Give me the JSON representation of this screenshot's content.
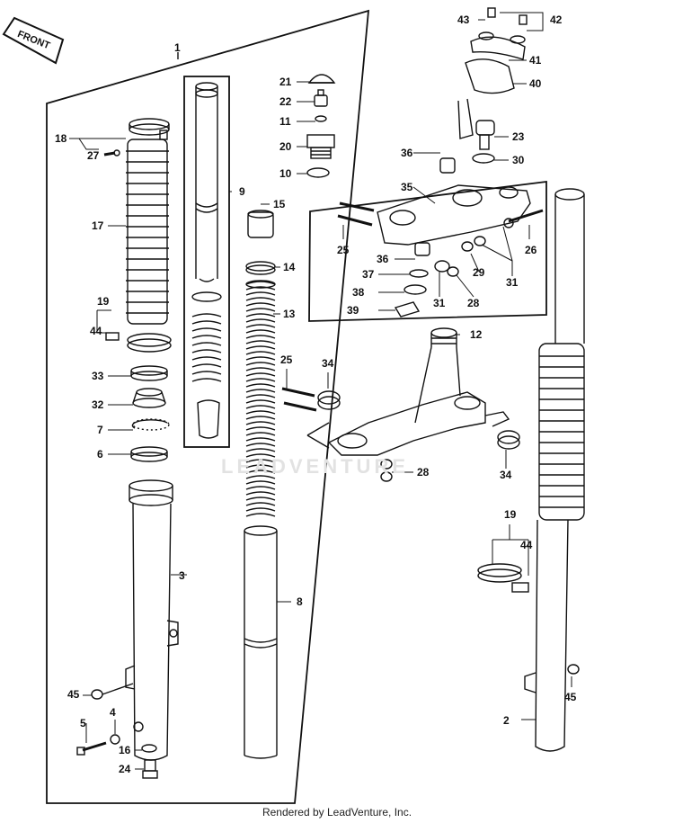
{
  "front_badge": "FRONT",
  "watermark": "LEADVENTURE",
  "footer": "Rendered by LeadVenture, Inc.",
  "labels": {
    "p1": "1",
    "p2": "2",
    "p3": "3",
    "p4": "4",
    "p5": "5",
    "p6": "6",
    "p7": "7",
    "p8": "8",
    "p9": "9",
    "p10": "10",
    "p11": "11",
    "p12": "12",
    "p13": "13",
    "p14": "14",
    "p15": "15",
    "p16": "16",
    "p17": "17",
    "p18": "18",
    "p19": "19",
    "p20": "20",
    "p21": "21",
    "p22": "22",
    "p23": "23",
    "p24": "24",
    "p25": "25",
    "p26": "26",
    "p27": "27",
    "p28": "28",
    "p29": "29",
    "p30": "30",
    "p31": "31",
    "p32": "32",
    "p33": "33",
    "p34": "34",
    "p35": "35",
    "p36": "36",
    "p37": "37",
    "p38": "38",
    "p39": "39",
    "p40": "40",
    "p41": "41",
    "p42": "42",
    "p43": "43",
    "p44": "44",
    "p45": "45"
  }
}
